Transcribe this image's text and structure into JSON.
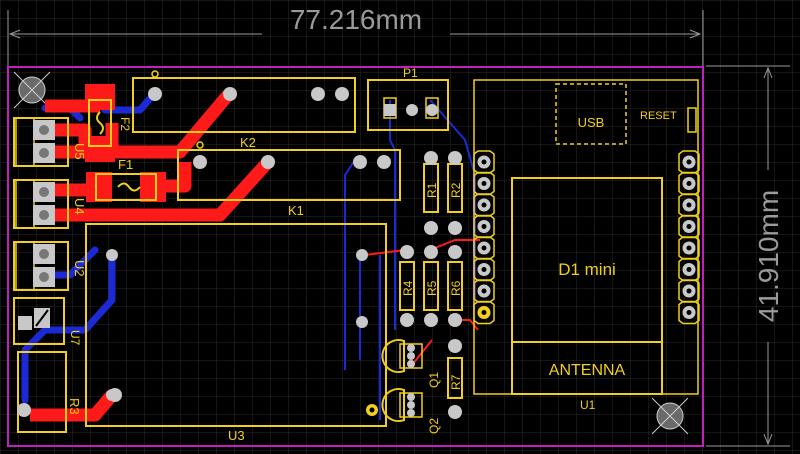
{
  "dimensions": {
    "width_label": "77.216mm",
    "height_label": "41.910mm"
  },
  "colors": {
    "background": "#000000",
    "grid": "#2a2a2a",
    "board_outline": "#c21fbf",
    "silkscreen": "#f2cf1a",
    "top_copper": "#ff1a1a",
    "bottom_copper": "#1c2ad6",
    "pad": "#c8c8c8",
    "dimension_line": "#9a9a9a"
  },
  "components": {
    "f1": "F1",
    "f2": "F2",
    "k1": "K1",
    "k2": "K2",
    "p1": "P1",
    "u1": "U1",
    "u2": "U2",
    "u3": "U3",
    "u4": "U4",
    "u5": "U5",
    "u7": "U7",
    "r1": "R1",
    "r2": "R2",
    "r3": "R3",
    "r4": "R4",
    "r5": "R5",
    "r6": "R6",
    "r7": "R7",
    "q1": "Q1",
    "q2": "Q2"
  },
  "module": {
    "name": "D1 mini",
    "antenna": "ANTENNA",
    "usb": "USB",
    "reset": "RESET"
  }
}
